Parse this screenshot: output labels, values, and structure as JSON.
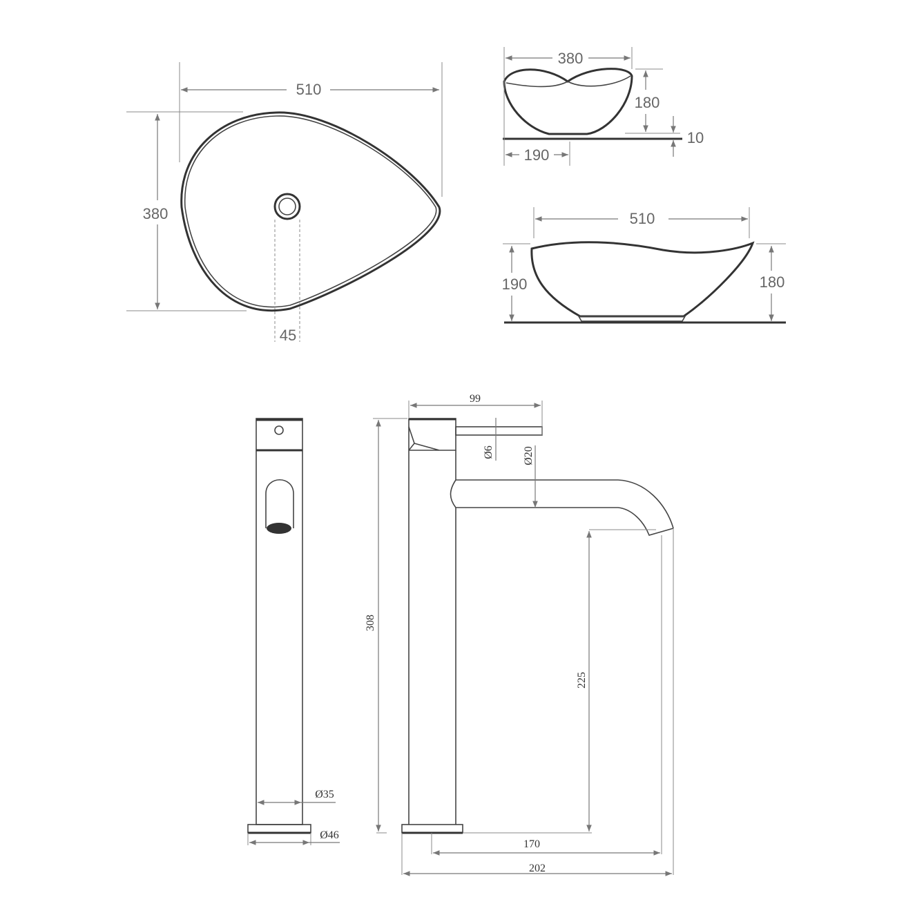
{
  "basin_plan": {
    "width": "510",
    "depth": "380",
    "drain": "45"
  },
  "basin_front": {
    "width": "380",
    "height": "180",
    "base": "10",
    "half_width": "190"
  },
  "basin_side": {
    "width": "510",
    "height_left": "190",
    "height_right": "180"
  },
  "faucet_front": {
    "body_diameter": "Ø35",
    "base_diameter": "Ø46"
  },
  "faucet_side": {
    "lever_length": "99",
    "lever_diameter": "Ø6",
    "spout_diameter": "Ø20",
    "total_height": "308",
    "spout_height": "225",
    "spout_reach": "170",
    "total_reach": "202"
  },
  "colors": {
    "line": "#444444",
    "dimension": "#777777",
    "text": "#666666"
  }
}
